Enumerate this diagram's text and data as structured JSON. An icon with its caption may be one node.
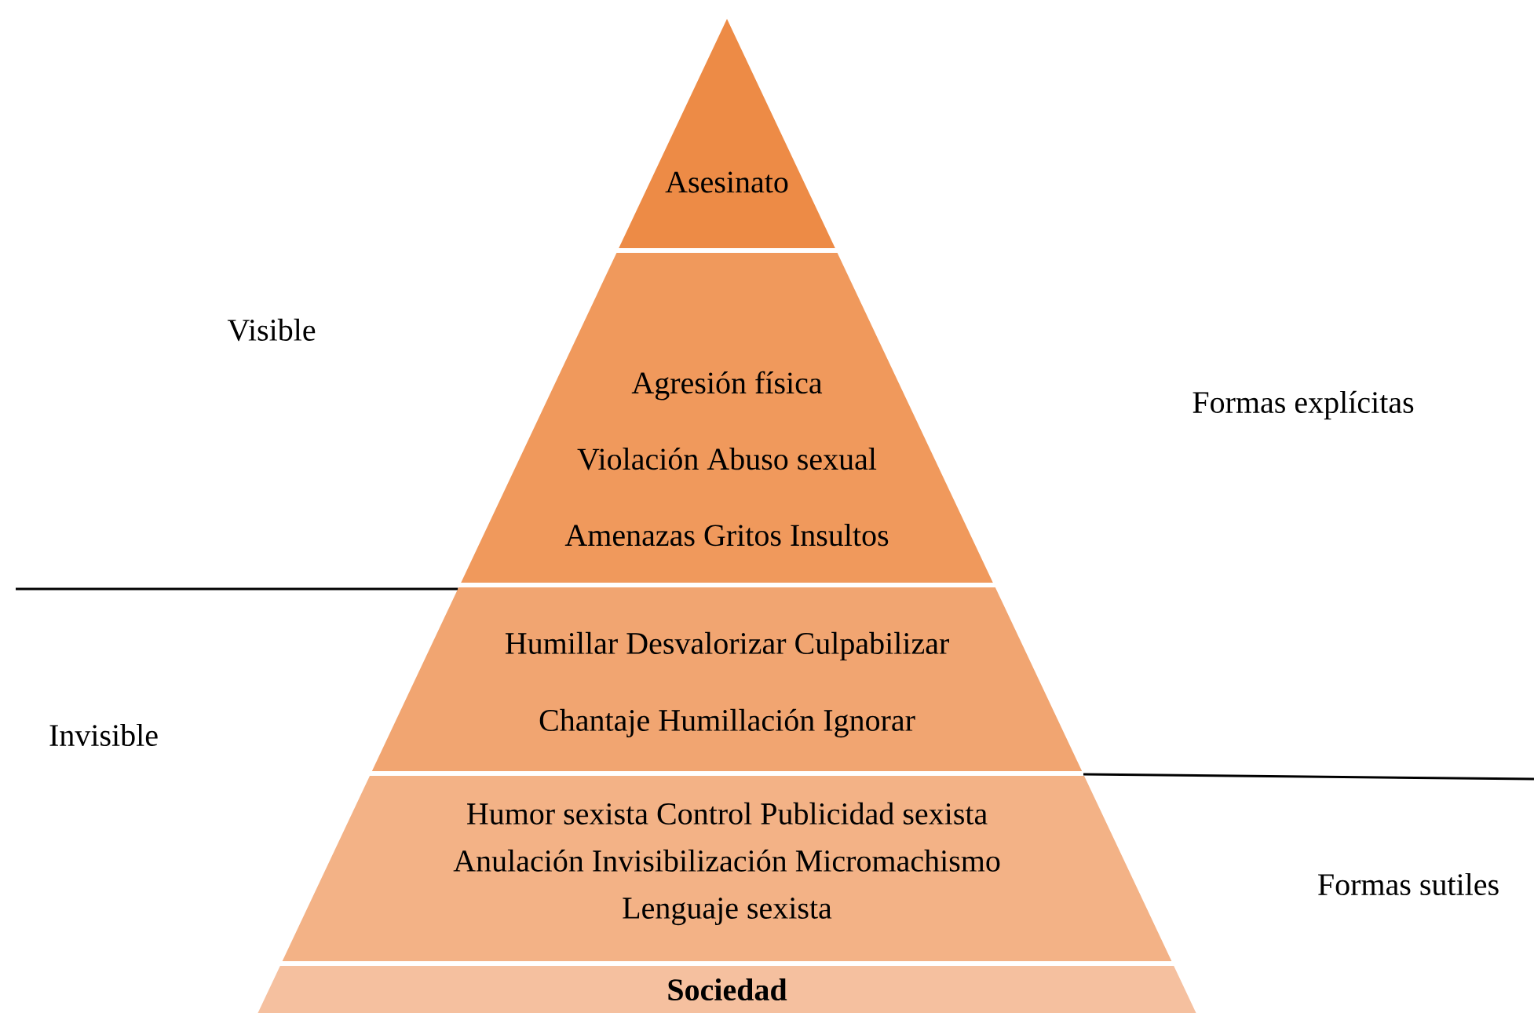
{
  "diagram": {
    "nodes": [
      {
        "text": [
          "Asesinato"
        ]
      },
      {
        "text": [
          "Agresión física",
          "Violación   Abuso sexual",
          "Amenazas  Gritos  Insultos"
        ]
      },
      {
        "text": [
          "Humillar  Desvalorizar  Culpabilizar",
          "Chantaje  Humillación  Ignorar"
        ]
      },
      {
        "text": [
          "Humor sexista  Control  Publicidad sexista",
          "Anulación  Invisibilización  Micromachismo",
          "Lenguaje sexista"
        ]
      },
      {
        "text": [
          "Sociedad"
        ]
      }
    ],
    "labels": [
      "Visible",
      "Formas explícitas",
      "Invisible",
      "Formas sutiles"
    ]
  }
}
